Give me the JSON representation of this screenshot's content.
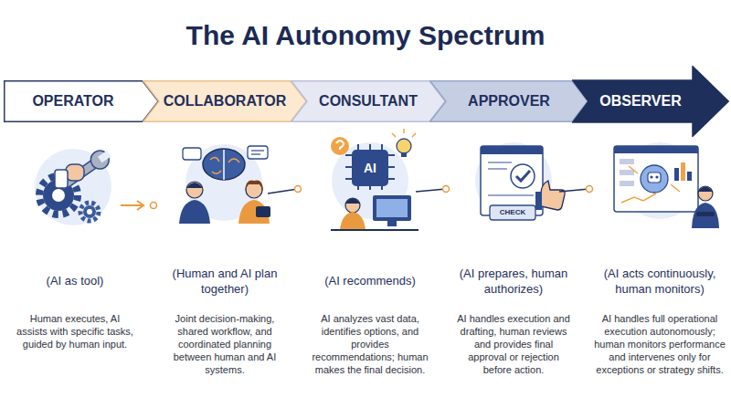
{
  "diagram": {
    "title": "The AI Autonomy Spectrum",
    "nodes": [
      {
        "text": [
          "OPERATOR"
        ]
      },
      {
        "text": [
          "COLLABORATOR"
        ]
      },
      {
        "text": [
          "CONSULTANT"
        ]
      },
      {
        "text": [
          "APPROVER"
        ]
      },
      {
        "text": [
          "OBSERVER"
        ]
      }
    ],
    "labels": [
      "(AI as tool)",
      "Human executes, AI assists with specific tasks, guided by human input.",
      "(Human and AI plan together)",
      "Joint decision-making, shared workflow, and coordinated planning between human and AI systems.",
      "AI",
      "(AI recommends)",
      "AI analyzes vast data, identifies options, and provides recommendations; human makes the final decision.",
      "CHECK",
      "(AI prepares, human authorizes)",
      "AI handles execution and drafting, human reviews and provides final approval or rejection before action.",
      "(AI acts continuously, human monitors)",
      "AI handles full operational execution autonomously; human monitors performance and intervenes only for exceptions or strategy shifts."
    ]
  }
}
